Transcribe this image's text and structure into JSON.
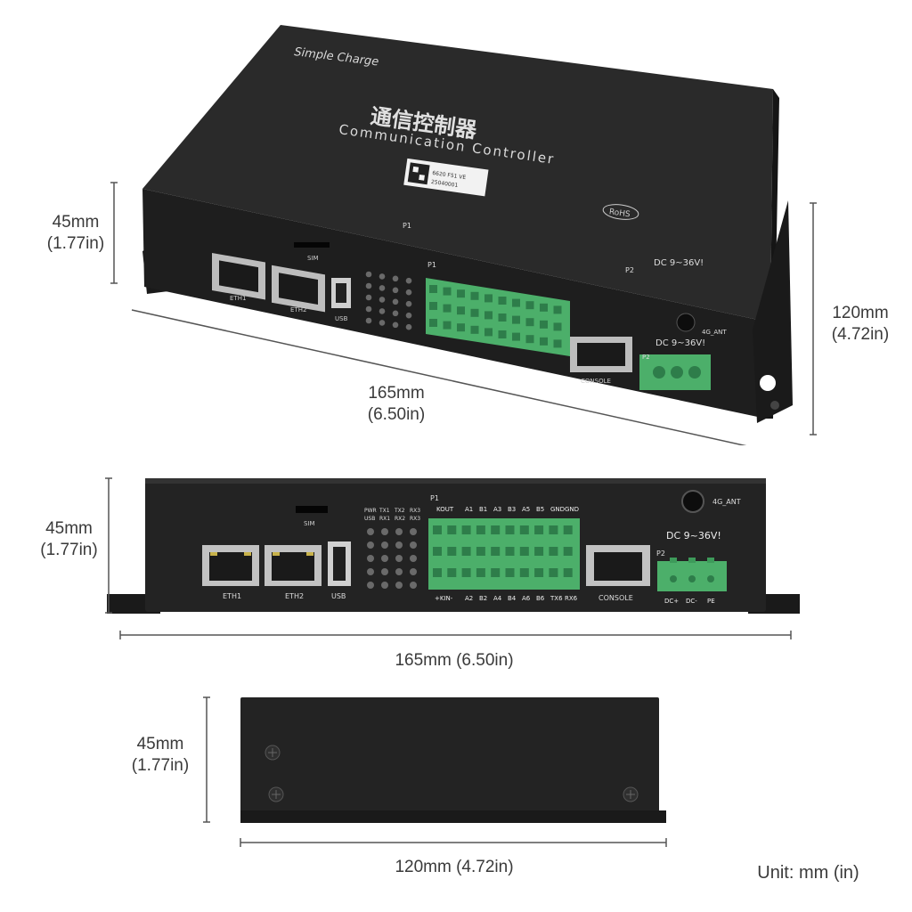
{
  "device": {
    "brand": "Simple Charge",
    "title_cn": "通信控制器",
    "title_en": "Communication Controller",
    "serial": "6620 F51 VE",
    "serial2": "25040001",
    "rohs": "RoHS",
    "ports": {
      "eth1": "ETH1",
      "eth2": "ETH2",
      "usb": "USB",
      "sim": "SIM",
      "console": "CONSOLE",
      "ant": "4G_ANT",
      "p1": "P1",
      "p2": "P2",
      "dc": "DC 9~36V!"
    },
    "p1_top_labels": [
      "KOUT",
      "A1",
      "B1",
      "A3",
      "B3",
      "A5",
      "B5",
      "GND",
      "GND"
    ],
    "p1_bottom_labels": [
      "+KIN-",
      "A2",
      "B2",
      "A4",
      "B4",
      "A6",
      "B6",
      "TX6",
      "RX6"
    ],
    "p2_labels": [
      "DC+",
      "DC-",
      "PE"
    ],
    "led_top_labels": [
      "PWR",
      "TX1",
      "TX2",
      "RX3"
    ],
    "led_top_labels2": [
      "USB",
      "RX1",
      "RX2",
      "RX3"
    ]
  },
  "dimensions": {
    "height_top": "45mm\n(1.77in)",
    "depth_right": "120mm\n(4.72in)",
    "width_top": "165mm\n(6.50in)",
    "height_mid": "45mm\n(1.77in)",
    "width_mid": "165mm (6.50in)",
    "height_bottom": "45mm\n(1.77in)",
    "depth_bottom": "120mm (4.72in)"
  },
  "unit_note": "Unit: mm (in)",
  "colors": {
    "body": "#232323",
    "terminal": "#4caf6a",
    "background": "#ffffff"
  }
}
